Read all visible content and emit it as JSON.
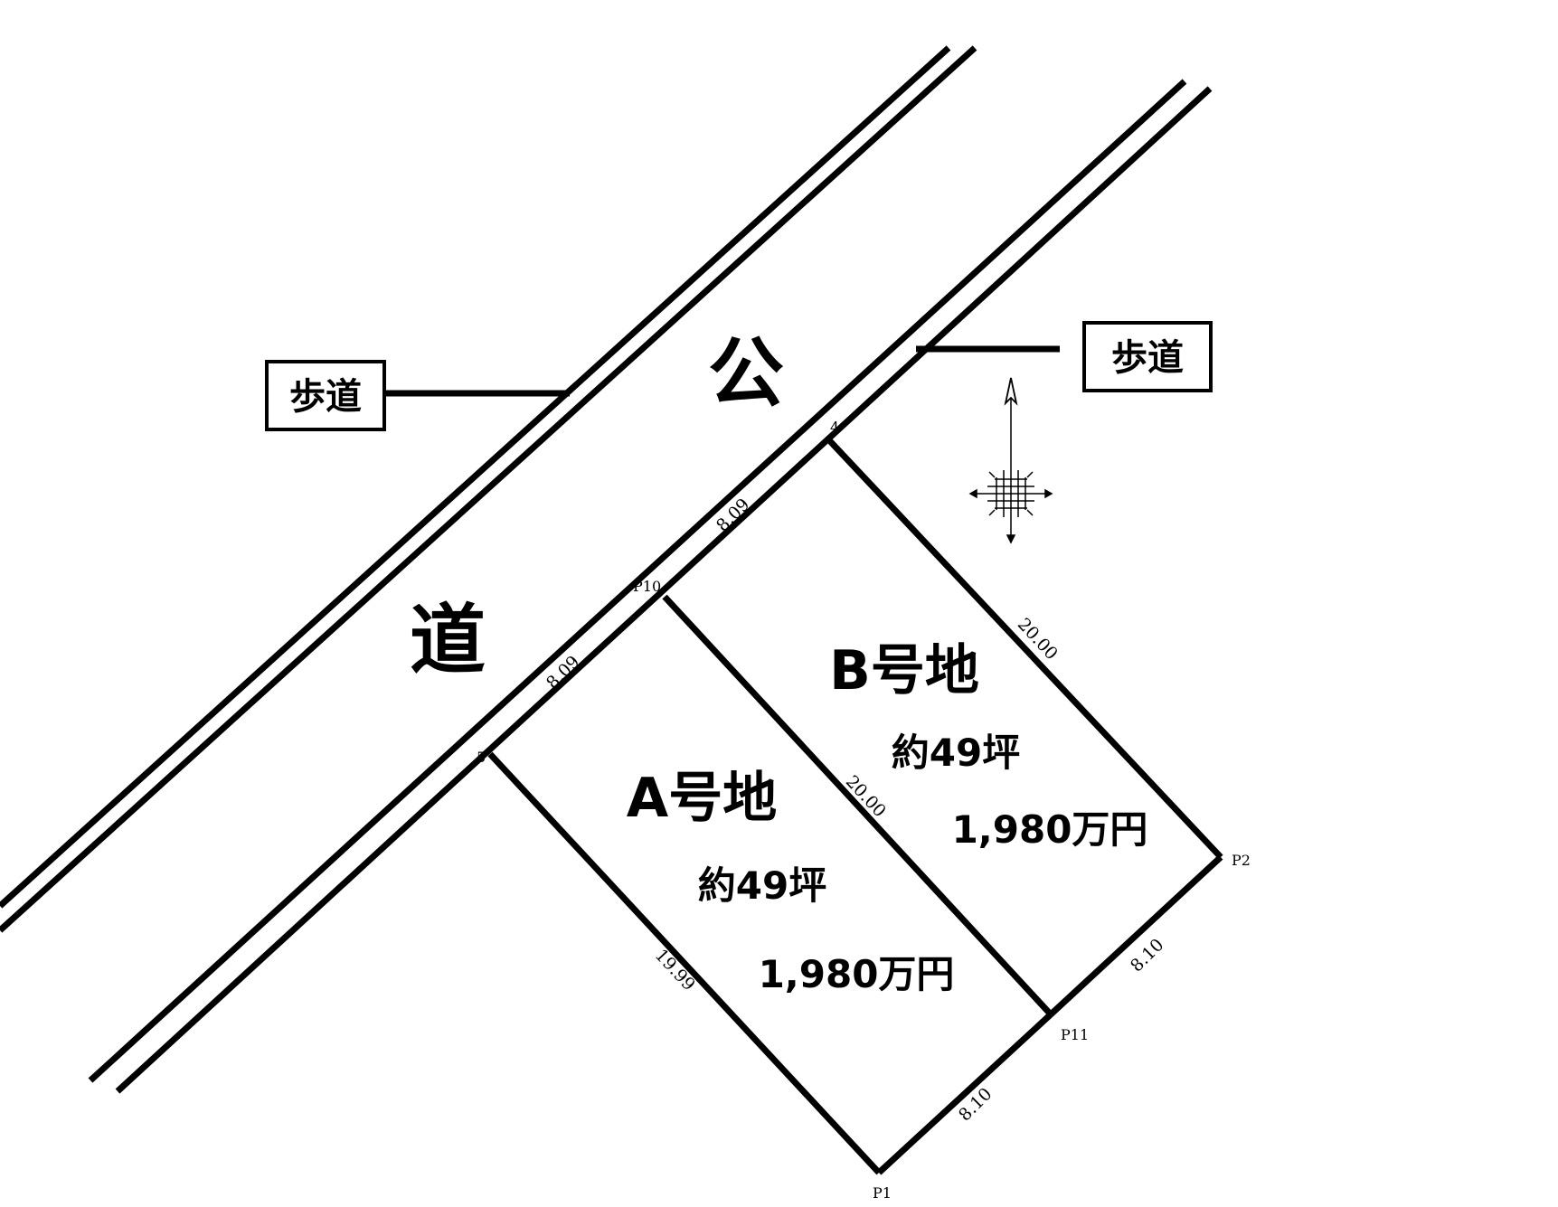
{
  "road": {
    "char_1": "公",
    "char_2": "道"
  },
  "sidewalks": [
    {
      "label": "歩道"
    },
    {
      "label": "歩道"
    }
  ],
  "lots": [
    {
      "name": "A号地",
      "area": "約49坪",
      "price": "1,980万円"
    },
    {
      "name": "B号地",
      "area": "約49坪",
      "price": "1,980万円"
    }
  ],
  "dimensions": {
    "frontage_b": "8.09",
    "frontage_a": "8.09",
    "side_b_east": "20.00",
    "side_shared": "20.00",
    "side_a_west": "19.99",
    "rear_b": "8.10",
    "rear_a": "8.10"
  },
  "points": {
    "p4": "4",
    "p10": "P10",
    "p5": "5",
    "p2": "P2",
    "p11": "P11",
    "p1": "P1"
  },
  "north_arrow_icon": "compass-rose-icon"
}
